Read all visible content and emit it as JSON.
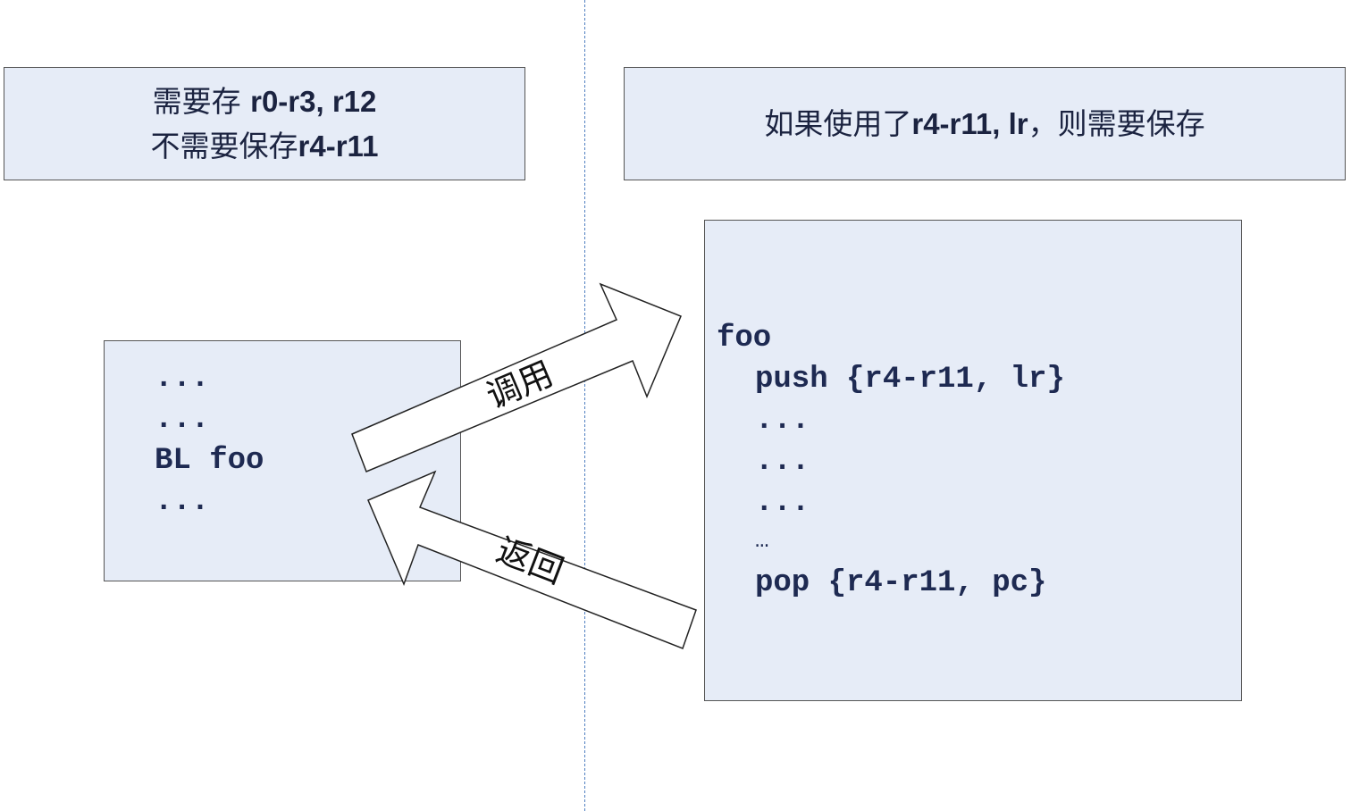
{
  "caller_note": {
    "line1_prefix": "需要存 ",
    "line1_regs": "r0-r3, r12",
    "line2_prefix": "不需要保存",
    "line2_regs": "r4-r11"
  },
  "callee_note": {
    "prefix": "如果使用了",
    "regs": "r4-r11, lr",
    "suffix": "，则需要保存"
  },
  "caller_code": [
    "...",
    "...",
    "BL foo",
    "..."
  ],
  "callee_code": {
    "label": "foo",
    "push": "push {r4-r11, lr}",
    "dots": [
      "...",
      "...",
      "..."
    ],
    "ellipsis": "…",
    "pop": "pop {r4-r11, pc}"
  },
  "arrows": {
    "call_label": "调用",
    "return_label": "返回"
  },
  "colors": {
    "box_fill": "#e6ecf7",
    "box_border": "#555555",
    "divider": "#4f7fc0",
    "code_text": "#1e2a52"
  }
}
